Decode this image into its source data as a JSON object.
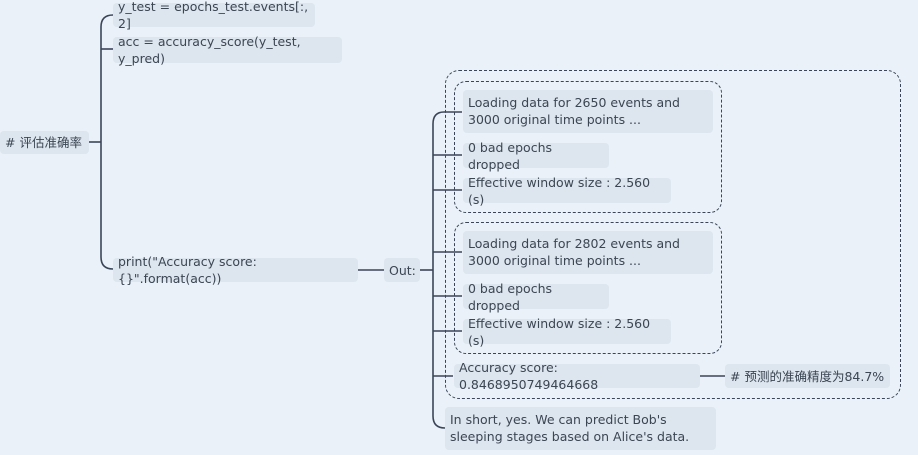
{
  "colors": {
    "background": "#eaf1f8",
    "node": "#dde5ee",
    "line": "#3a4658",
    "text": "#3b4653"
  },
  "mindmap": {
    "root": "# 评估准确率",
    "line_y_test": "y_test = epochs_test.events[:, 2]",
    "line_acc": "acc = accuracy_score(y_test, y_pred)",
    "line_print": "print(\"Accuracy score: {}\".format(acc))",
    "out_label": "Out:",
    "group1": {
      "loading": "Loading data for 2650 events and 3000 original time points ...",
      "dropped": "0 bad epochs dropped",
      "window": "Effective window size : 2.560 (s)"
    },
    "group2": {
      "loading": "Loading data for 2802 events and 3000 original time points ...",
      "dropped": "0 bad epochs dropped",
      "window": "Effective window size : 2.560 (s)"
    },
    "accuracy_result": "Accuracy score: 0.8468950749464668",
    "accuracy_note": "# 预测的准确精度为84.7%",
    "conclusion": "In short, yes. We can predict Bob's sleeping stages based on Alice's data."
  }
}
